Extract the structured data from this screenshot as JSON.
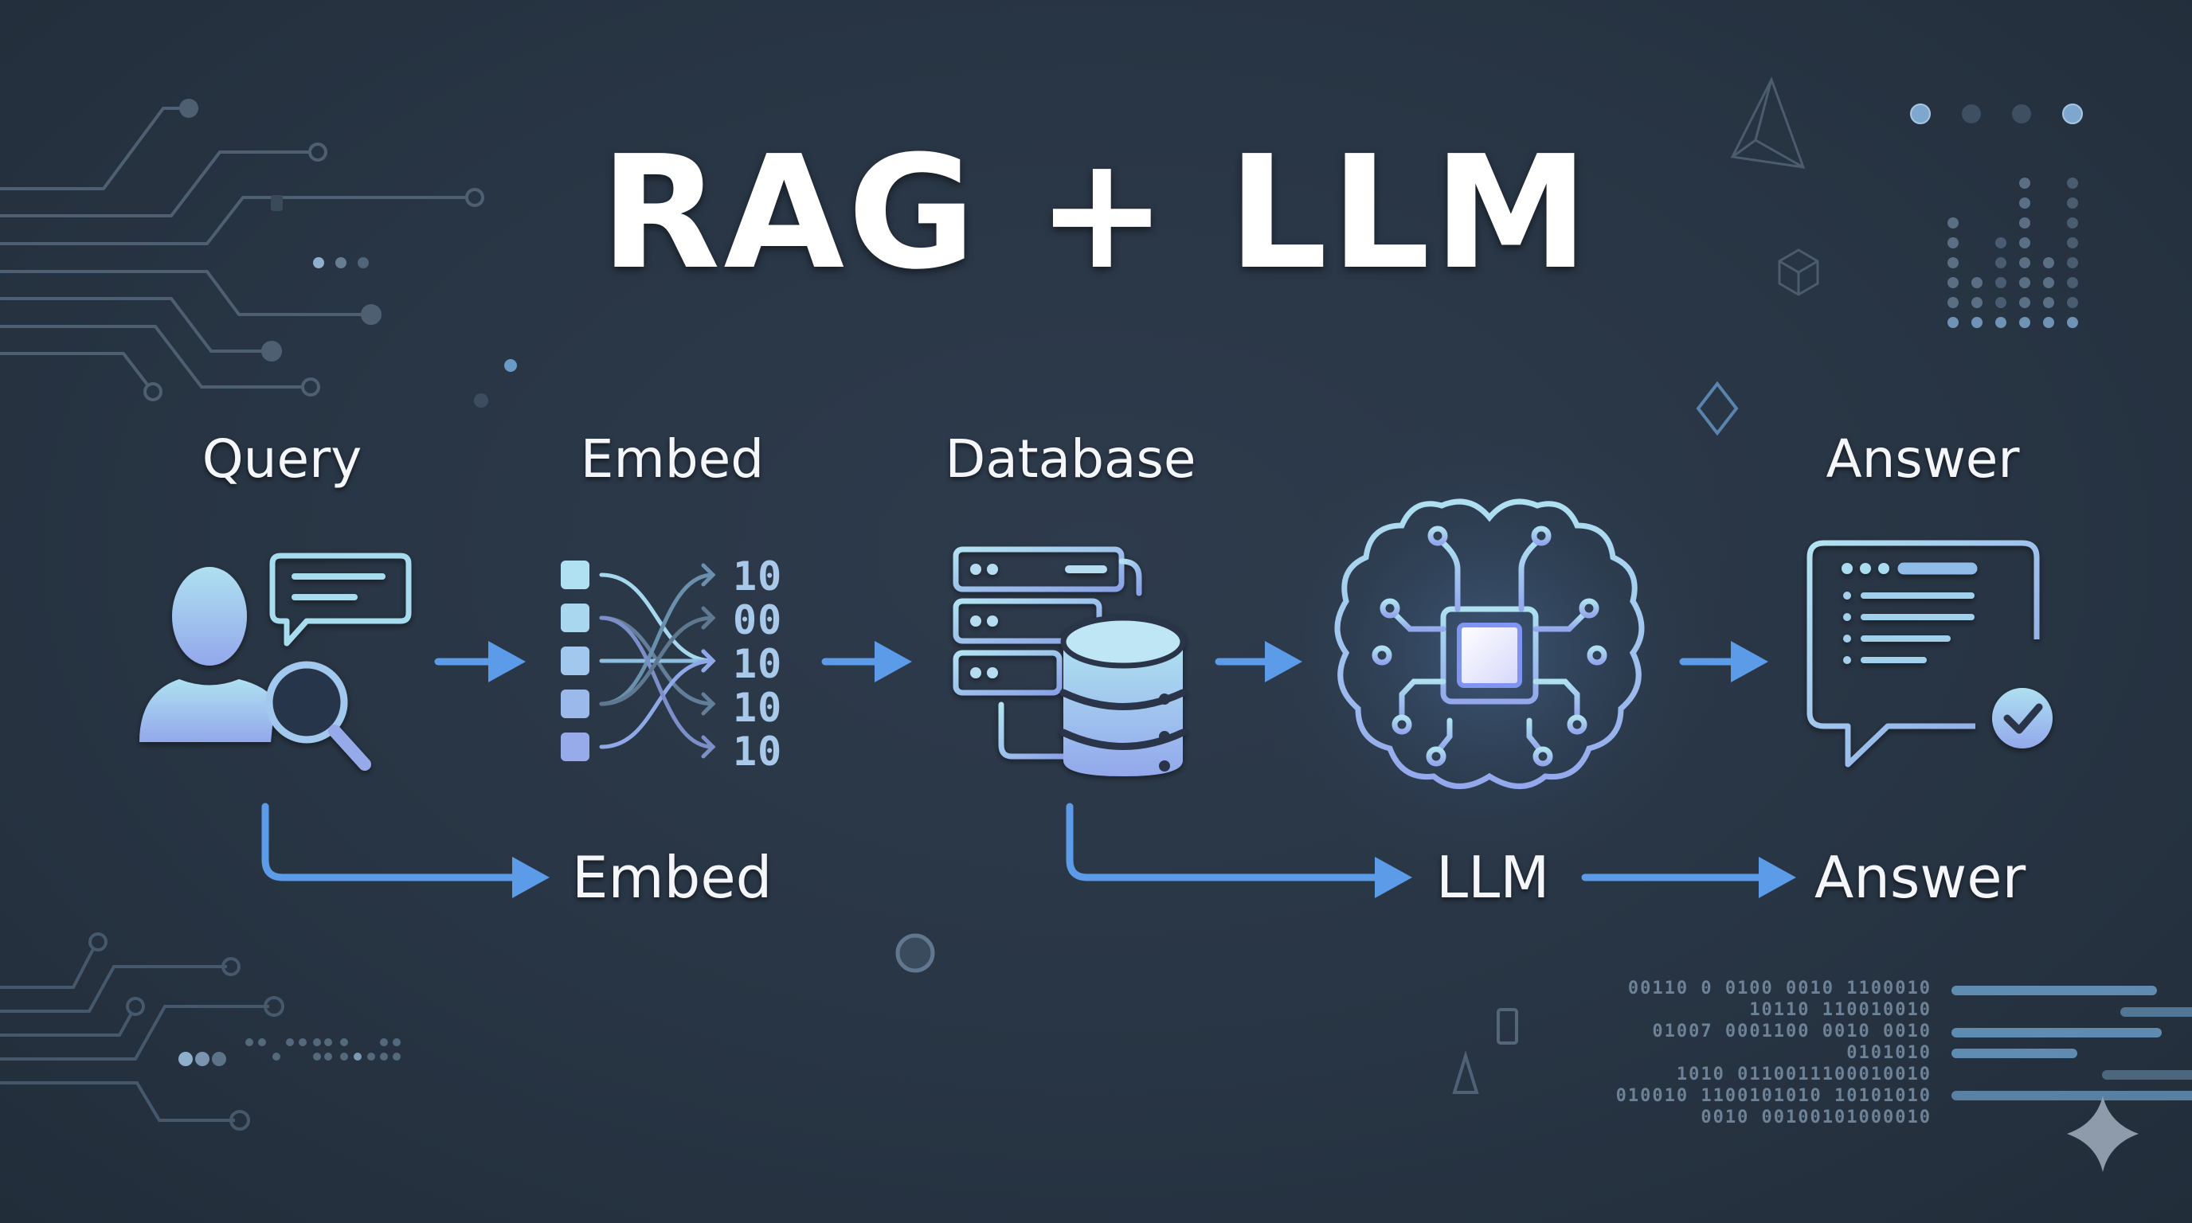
{
  "title": "RAG + LLM",
  "stages": [
    {
      "id": "query",
      "label": "Query",
      "icon": "user-search-icon"
    },
    {
      "id": "embed",
      "label": "Embed",
      "icon": "embedding-vector-icon"
    },
    {
      "id": "database",
      "label": "Database",
      "icon": "database-server-icon"
    },
    {
      "id": "llm",
      "label": "LLM",
      "icon": "brain-chip-icon"
    },
    {
      "id": "answer",
      "label": "Answer",
      "icon": "answer-chat-check-icon"
    }
  ],
  "embedding_output": [
    "10",
    "00",
    "10",
    "10",
    "10"
  ],
  "secondary_flow": [
    {
      "from": "Query",
      "to_label": "Embed"
    },
    {
      "from": "Database",
      "to_label": "LLM"
    },
    {
      "from": "LLM",
      "to_label": "Answer"
    }
  ],
  "background_binary": [
    "00110 0 0100 0010 1100010",
    "10110 110010010",
    "01007 0001100 0010 0010 0101010",
    "1010 0110011100010010",
    "010010 1100101010 10101010",
    "0010 00100101000010"
  ],
  "colors": {
    "background": "#283544",
    "accent_blue": "#5b9be8",
    "icon_light": "#a9d6ef",
    "icon_lavender": "#9fb3ee",
    "text": "#ffffff",
    "circuit": "#4f6275"
  }
}
